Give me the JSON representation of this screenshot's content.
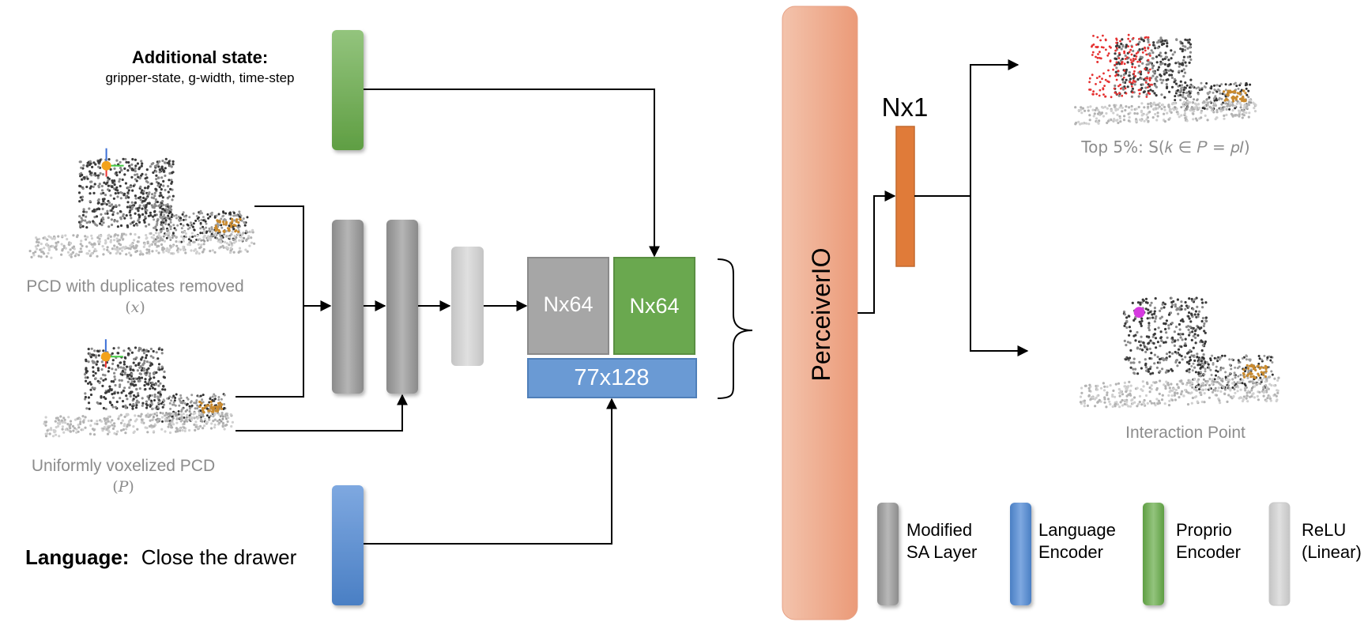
{
  "additional_state": {
    "title": "Additional state:",
    "detail": "gripper-state, g-width, time-step"
  },
  "pcd_dup": {
    "label": "PCD with duplicates removed",
    "symbol": "(𝑥)"
  },
  "pcd_voxel": {
    "label": "Uniformly voxelized PCD",
    "symbol": "(𝑃)"
  },
  "language": {
    "label_bold": "Language:",
    "label_text": "Close the drawer"
  },
  "features": {
    "gray_box": "Nx64",
    "green_box": "Nx64",
    "blue_box": "77x128"
  },
  "perceiver": {
    "label": "PerceiverIO"
  },
  "output": {
    "label": "Nx1"
  },
  "results": {
    "top_label": "Top 5%: S(𝑘 ∈ 𝑃 = 𝑝𝐼)",
    "bottom_label": "Interaction Point"
  },
  "legend": [
    {
      "line1": "Modified",
      "line2": "SA Layer",
      "color": "#9e9e9e"
    },
    {
      "line1": "Language",
      "line2": "Encoder",
      "color": "#5b8fd0"
    },
    {
      "line1": "Proprio",
      "line2": "Encoder",
      "color": "#6aa84f"
    },
    {
      "line1": "ReLU",
      "line2": "(Linear)",
      "color": "#cfcfcf"
    }
  ],
  "colors": {
    "sa_gray": "#9e9e9e",
    "lang_blue": "#5b8fd0",
    "proprio_green": "#6aa84f",
    "relu_gray": "#cfcfcf",
    "perceiver_orange": "#eea786",
    "output_orange": "#e07b39",
    "feature_blue": "#6a9ad4",
    "feature_gray": "#a6a6a6"
  }
}
